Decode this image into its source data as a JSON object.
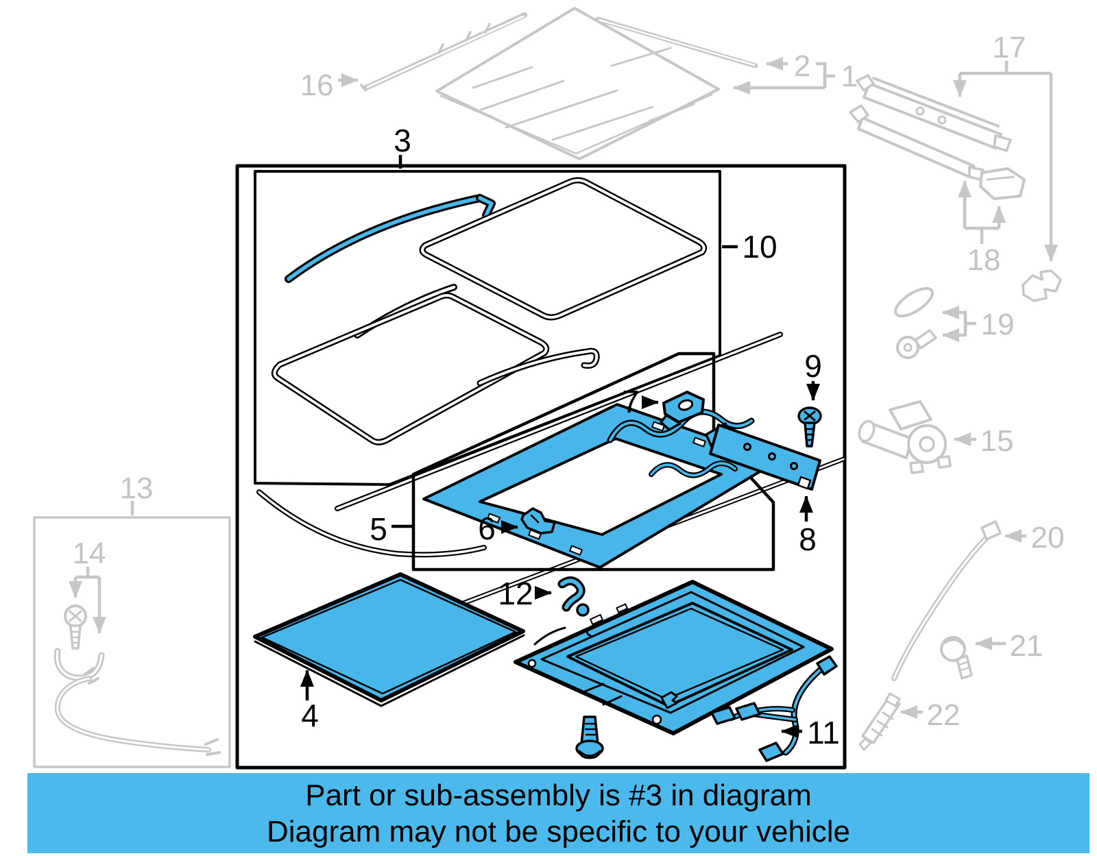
{
  "caption": {
    "line1": "Part or sub-assembly is #3 in diagram",
    "line2": "Diagram may not be specific to your vehicle"
  },
  "colors": {
    "highlight_blue": "#49b6ea",
    "caption_bar_blue": "#4cb9ec",
    "muted_gray": "#c6c6c6",
    "ink_black": "#000000"
  },
  "labels": {
    "n1": "1",
    "n2": "2",
    "n3": "3",
    "n4": "4",
    "n5": "5",
    "n6": "6",
    "n7": "7",
    "n8": "8",
    "n9": "9",
    "n10": "10",
    "n11": "11",
    "n12": "12",
    "n13": "13",
    "n14": "14",
    "n15": "15",
    "n16": "16",
    "n17": "17",
    "n18": "18",
    "n19": "19",
    "n20": "20",
    "n21": "21",
    "n22": "22"
  }
}
